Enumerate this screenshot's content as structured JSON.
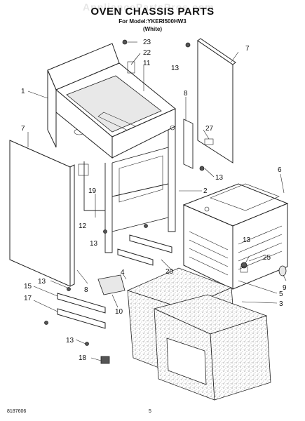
{
  "header": {
    "watermark": "AppliancePartsPros.com",
    "title": "OVEN CHASSIS PARTS",
    "model_line": "For Model:YKERI500HW3",
    "variant": "(White)"
  },
  "footer": {
    "doc_number": "8187606",
    "page_number": "5"
  },
  "callouts": [
    "23",
    "22",
    "11",
    "13",
    "7",
    "1",
    "8",
    "27",
    "7",
    "13",
    "6",
    "19",
    "2",
    "12",
    "13",
    "13",
    "25",
    "4",
    "20",
    "13",
    "15",
    "8",
    "9",
    "17",
    "10",
    "5",
    "3",
    "13",
    "18"
  ]
}
